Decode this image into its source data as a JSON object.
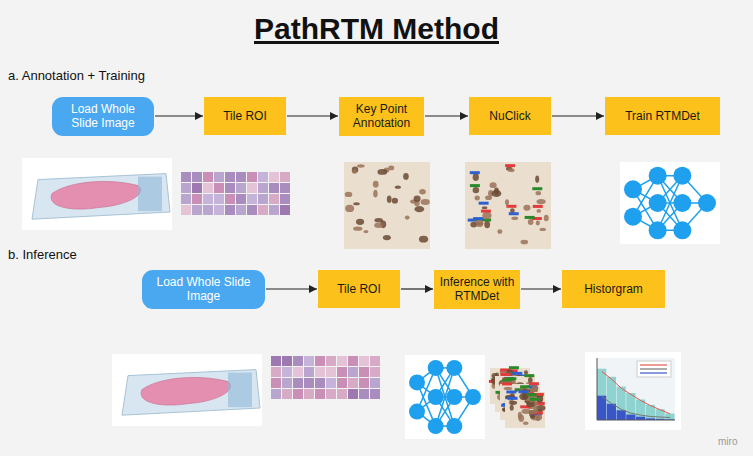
{
  "diagram": {
    "title": "PathRTM Method",
    "nodes": [
      {
        "text": [
          "Load Whole Slide Image"
        ]
      },
      {
        "text": [
          "Tile ROI"
        ]
      },
      {
        "text": [
          "Key Point Annotation"
        ]
      },
      {
        "text": [
          "NuClick"
        ]
      },
      {
        "text": [
          "Train RTMDet"
        ]
      },
      {
        "text": [
          "Load Whole Slide Image"
        ]
      },
      {
        "text": [
          "Tile ROI"
        ]
      },
      {
        "text": [
          "Inference with RTMDet"
        ]
      },
      {
        "text": [
          "Historgram"
        ]
      }
    ],
    "edges": [
      {
        "from": 0,
        "to": 1,
        "arrow": "to"
      },
      {
        "from": 1,
        "to": 2,
        "arrow": "to"
      },
      {
        "from": 2,
        "to": 3,
        "arrow": "to"
      },
      {
        "from": 3,
        "to": 4,
        "arrow": "to"
      },
      {
        "from": 5,
        "to": 6,
        "arrow": "to"
      },
      {
        "from": 6,
        "to": 7,
        "arrow": "to"
      },
      {
        "from": 7,
        "to": 8,
        "arrow": "to"
      }
    ],
    "labels": [
      "a. Annotation + Training",
      "b. Inference",
      "miro"
    ]
  }
}
